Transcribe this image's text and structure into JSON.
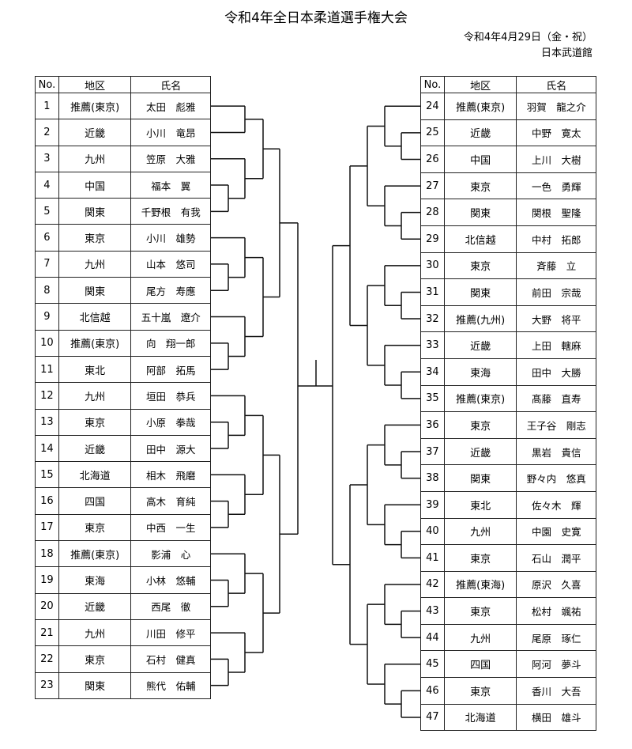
{
  "header": {
    "title": "令和4年全日本柔道選手権大会",
    "date": "令和4年4月29日（金・祝）",
    "venue": "日本武道館"
  },
  "columns": {
    "no": "No.",
    "district": "地区",
    "name": "氏名"
  },
  "left_rows": [
    {
      "no": "1",
      "district": "推薦(東京)",
      "name": "太田　彪雅"
    },
    {
      "no": "2",
      "district": "近畿",
      "name": "小川　竜昂"
    },
    {
      "no": "3",
      "district": "九州",
      "name": "笠原　大雅"
    },
    {
      "no": "4",
      "district": "中国",
      "name": "福本　翼"
    },
    {
      "no": "5",
      "district": "関東",
      "name": "千野根　有我"
    },
    {
      "no": "6",
      "district": "東京",
      "name": "小川　雄勢"
    },
    {
      "no": "7",
      "district": "九州",
      "name": "山本　悠司"
    },
    {
      "no": "8",
      "district": "関東",
      "name": "尾方　寿應"
    },
    {
      "no": "9",
      "district": "北信越",
      "name": "五十嵐　遼介"
    },
    {
      "no": "10",
      "district": "推薦(東京)",
      "name": "向　翔一郎"
    },
    {
      "no": "11",
      "district": "東北",
      "name": "阿部　拓馬"
    },
    {
      "no": "12",
      "district": "九州",
      "name": "垣田　恭兵"
    },
    {
      "no": "13",
      "district": "東京",
      "name": "小原　拳哉"
    },
    {
      "no": "14",
      "district": "近畿",
      "name": "田中　源大"
    },
    {
      "no": "15",
      "district": "北海道",
      "name": "相木　飛磨"
    },
    {
      "no": "16",
      "district": "四国",
      "name": "高木　育純"
    },
    {
      "no": "17",
      "district": "東京",
      "name": "中西　一生"
    },
    {
      "no": "18",
      "district": "推薦(東京)",
      "name": "影浦　心"
    },
    {
      "no": "19",
      "district": "東海",
      "name": "小林　悠輔"
    },
    {
      "no": "20",
      "district": "近畿",
      "name": "西尾　徹"
    },
    {
      "no": "21",
      "district": "九州",
      "name": "川田　修平"
    },
    {
      "no": "22",
      "district": "東京",
      "name": "石村　健真"
    },
    {
      "no": "23",
      "district": "関東",
      "name": "熊代　佑輔"
    }
  ],
  "right_rows": [
    {
      "no": "24",
      "district": "推薦(東京)",
      "name": "羽賀　龍之介"
    },
    {
      "no": "25",
      "district": "近畿",
      "name": "中野　寛太"
    },
    {
      "no": "26",
      "district": "中国",
      "name": "上川　大樹"
    },
    {
      "no": "27",
      "district": "東京",
      "name": "一色　勇輝"
    },
    {
      "no": "28",
      "district": "関東",
      "name": "関根　聖隆"
    },
    {
      "no": "29",
      "district": "北信越",
      "name": "中村　拓郎"
    },
    {
      "no": "30",
      "district": "東京",
      "name": "斉藤　立"
    },
    {
      "no": "31",
      "district": "関東",
      "name": "前田　宗哉"
    },
    {
      "no": "32",
      "district": "推薦(九州)",
      "name": "大野　将平"
    },
    {
      "no": "33",
      "district": "近畿",
      "name": "上田　轄麻"
    },
    {
      "no": "34",
      "district": "東海",
      "name": "田中　大勝"
    },
    {
      "no": "35",
      "district": "推薦(東京)",
      "name": "髙藤　直寿"
    },
    {
      "no": "36",
      "district": "東京",
      "name": "王子谷　剛志"
    },
    {
      "no": "37",
      "district": "近畿",
      "name": "黒岩　貴信"
    },
    {
      "no": "38",
      "district": "関東",
      "name": "野々内　悠真"
    },
    {
      "no": "39",
      "district": "東北",
      "name": "佐々木　輝"
    },
    {
      "no": "40",
      "district": "九州",
      "name": "中園　史寛"
    },
    {
      "no": "41",
      "district": "東京",
      "name": "石山　潤平"
    },
    {
      "no": "42",
      "district": "推薦(東海)",
      "name": "原沢　久喜"
    },
    {
      "no": "43",
      "district": "東京",
      "name": "松村　颯祐"
    },
    {
      "no": "44",
      "district": "九州",
      "name": "尾原　琢仁"
    },
    {
      "no": "45",
      "district": "四国",
      "name": "阿河　夢斗"
    },
    {
      "no": "46",
      "district": "東京",
      "name": "香川　大吾"
    },
    {
      "no": "47",
      "district": "北海道",
      "name": "横田　雄斗"
    }
  ]
}
